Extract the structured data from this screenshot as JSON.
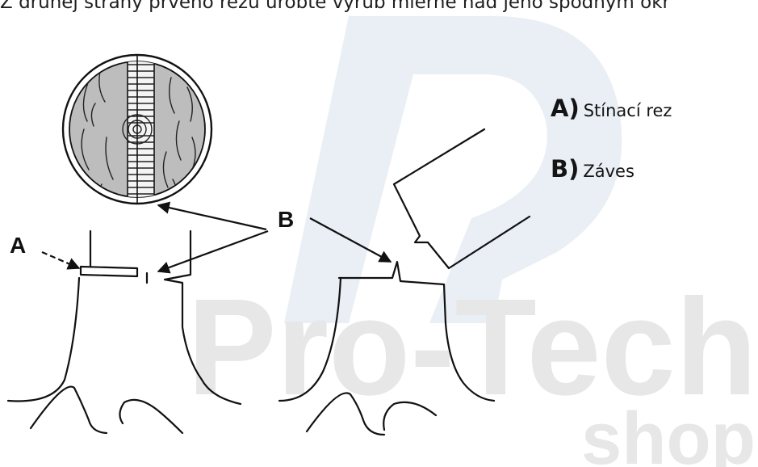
{
  "instruction": "Z druhej strany prvého rezu urobte výrub mierne nad jeho spodným okr",
  "legend": [
    {
      "key": "A)",
      "text": "Stínací rez"
    },
    {
      "key": "B)",
      "text": "Záves"
    }
  ],
  "labels": {
    "a": "A",
    "b": "B"
  },
  "watermark": {
    "brand": "Pro-Tech",
    "sub": "shop",
    "color_primary": "#e9eff5",
    "color_text": "#e7e7e7"
  }
}
